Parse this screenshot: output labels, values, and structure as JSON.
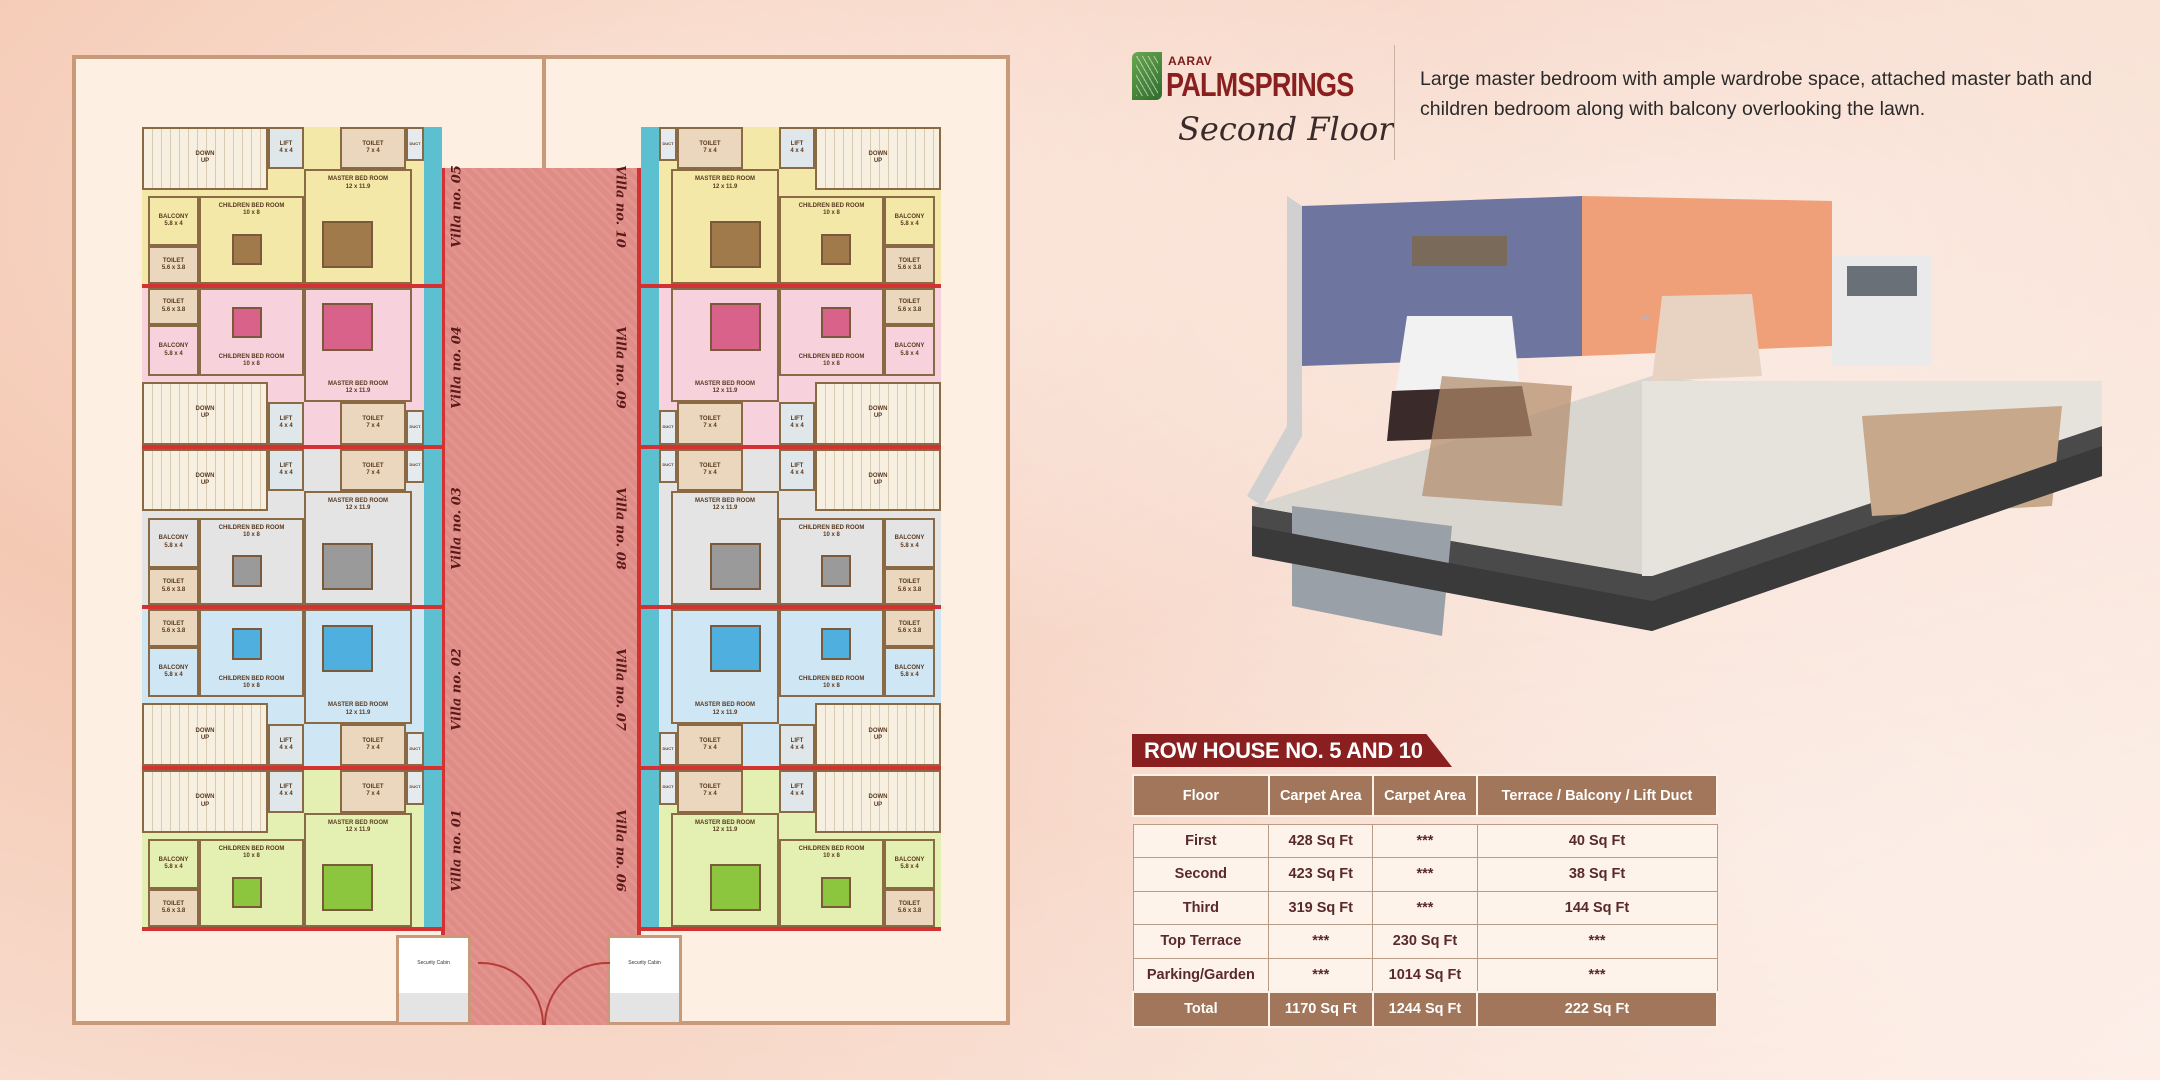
{
  "brand": {
    "small": "AARAV",
    "name": "PALMSPRINGS",
    "floor_title": "Second Floor",
    "logo_color": "#8a1f1f"
  },
  "description": "Large master bedroom with ample wardrobe space, attached master bath and children bedroom along with balcony overlooking the lawn.",
  "plan": {
    "villa_label": "Villa no.",
    "left_villas": [
      "05",
      "04",
      "03",
      "02",
      "01"
    ],
    "right_villas": [
      "10",
      "09",
      "08",
      "07",
      "06"
    ],
    "villa_colors": [
      "#f4e8a8",
      "#f7d2dc",
      "#e4e4e4",
      "#cfe6f4",
      "#e4f0b2"
    ],
    "bed_colors": [
      "#a07a4a",
      "#d8628a",
      "#9a9a9a",
      "#4fb0e0",
      "#8cc63f"
    ],
    "rooms": {
      "lift": {
        "name": "LIFT",
        "size": "4 x 4"
      },
      "master_toilet": {
        "name": "TOILET",
        "size": "7 x 4"
      },
      "duct": {
        "name": "DUCT"
      },
      "master_bed": {
        "name": "MASTER BED ROOM",
        "size": "12 x 11.9"
      },
      "children_bed": {
        "name": "CHILDREN BED ROOM",
        "size": "10 x 8"
      },
      "balcony": {
        "name": "BALCONY",
        "size": "5.8 x 4"
      },
      "toilet": {
        "name": "TOILET",
        "size": "5.6 x 3.8"
      },
      "stair": {
        "down": "DOWN",
        "up": "UP"
      }
    },
    "security_cabin": "Security Cabin"
  },
  "table": {
    "title": "ROW HOUSE NO. 5 AND 10",
    "headers": [
      "Floor",
      "Carpet Area",
      "Carpet Area",
      "Terrace / Balcony / Lift Duct"
    ],
    "rows": [
      [
        "First",
        "428 Sq Ft",
        "***",
        "40 Sq Ft"
      ],
      [
        "Second",
        "423 Sq Ft",
        "***",
        "38 Sq Ft"
      ],
      [
        "Third",
        "319 Sq Ft",
        "***",
        "144 Sq Ft"
      ],
      [
        "Top Terrace",
        "***",
        "230 Sq Ft",
        "***"
      ],
      [
        "Parking/Garden",
        "***",
        "1014 Sq Ft",
        "***"
      ]
    ],
    "total": [
      "Total",
      "1170 Sq Ft",
      "1244 Sq Ft",
      "222 Sq Ft"
    ]
  }
}
